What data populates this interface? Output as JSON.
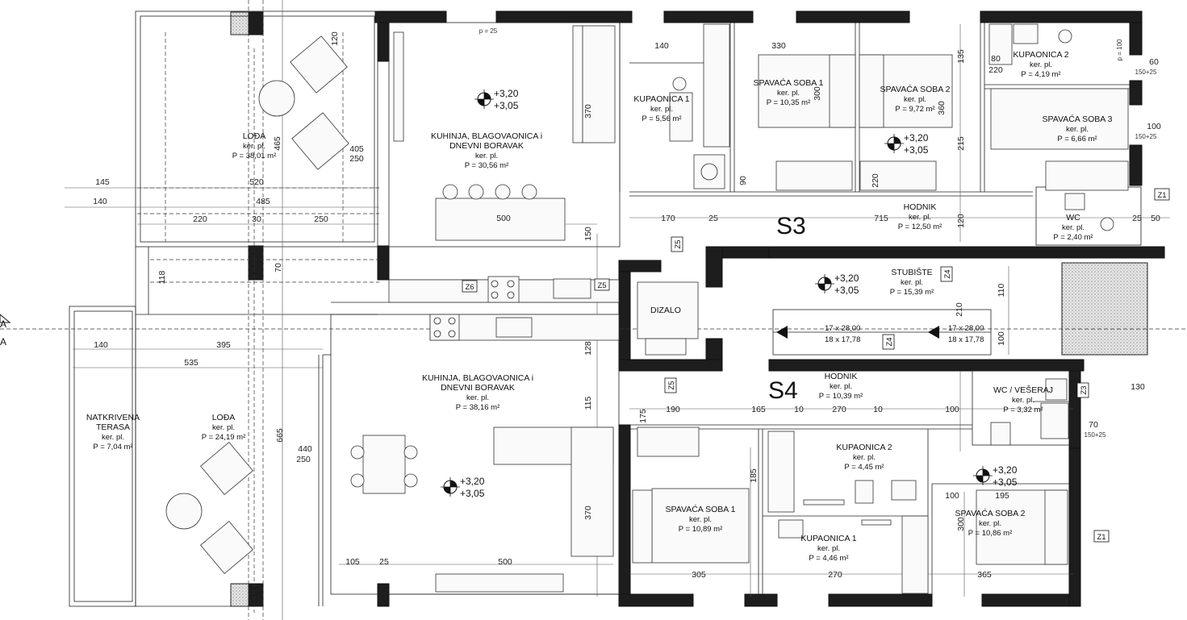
{
  "colors": {
    "wall": "#1d1d1d",
    "line": "#333333",
    "background": "#ffffff"
  },
  "apartments": [
    {
      "label": "S3"
    },
    {
      "label": "S4"
    }
  ],
  "rooms": [
    {
      "name": "LOĐA",
      "name2": "",
      "floor": "ker. pl.",
      "area": "P = 38,01 m²"
    },
    {
      "name": "KUHINJA, BLAGOVAONICA i",
      "name2": "DNEVNI BORAVAK",
      "floor": "ker. pl.",
      "area": "P = 30,56 m²"
    },
    {
      "name": "KUPAONICA 1",
      "name2": "",
      "floor": "ker. pl.",
      "area": "P = 5,56 m²"
    },
    {
      "name": "SPAVAĆA SOBA 1",
      "name2": "",
      "floor": "ker. pl.",
      "area": "P = 10,35 m²"
    },
    {
      "name": "SPAVAĆA SOBA 2",
      "name2": "",
      "floor": "ker. pl.",
      "area": "P = 9,72 m²"
    },
    {
      "name": "KUPAONICA 2",
      "name2": "",
      "floor": "ker. pl.",
      "area": "P = 4,19 m²"
    },
    {
      "name": "SPAVAĆA SOBA 3",
      "name2": "",
      "floor": "ker. pl.",
      "area": "P = 6,66 m²"
    },
    {
      "name": "HODNIK",
      "name2": "",
      "floor": "ker. pl.",
      "area": "P = 12,50 m²"
    },
    {
      "name": "WC",
      "name2": "",
      "floor": "ker. pl.",
      "area": "P = 2,40 m²"
    },
    {
      "name": "STUBIŠTE",
      "name2": "",
      "floor": "ker. pl.",
      "area": "P = 15,39 m²"
    },
    {
      "name": "NATKRIVENA",
      "name2": "TERASA",
      "floor": "ker. pl.",
      "area": "P = 7,04 m²"
    },
    {
      "name": "LOĐA",
      "name2": "",
      "floor": "ker. pl.",
      "area": "P = 24,19 m²"
    },
    {
      "name": "KUHINJA, BLAGOVAONICA i",
      "name2": "DNEVNI BORAVAK",
      "floor": "ker. pl.",
      "area": "P = 38,16 m²"
    },
    {
      "name": "HODNIK",
      "name2": "",
      "floor": "ker. pl.",
      "area": "P = 10,39 m²"
    },
    {
      "name": "WC / VEŠERAJ",
      "name2": "",
      "floor": "ker. pl.",
      "area": "P = 3,32 m²"
    },
    {
      "name": "KUPAONICA 2",
      "name2": "",
      "floor": "ker. pl.",
      "area": "P = 4,45 m²"
    },
    {
      "name": "SPAVAĆA SOBA 1",
      "name2": "",
      "floor": "ker. pl.",
      "area": "P = 10,89 m²"
    },
    {
      "name": "KUPAONICA 1",
      "name2": "",
      "floor": "ker. pl.",
      "area": "P = 4,46 m²"
    },
    {
      "name": "SPAVAĆA SOBA 2",
      "name2": "",
      "floor": "ker. pl.",
      "area": "P = 10,86 m²"
    }
  ],
  "elevator": "DIZALO",
  "levels": [
    {
      "top": "+3,20",
      "bottom": "+3,05"
    },
    {
      "top": "+3,20",
      "bottom": "+3,05"
    },
    {
      "top": "+3,20",
      "bottom": "+3,05"
    },
    {
      "top": "+3,20",
      "bottom": "+3,05"
    },
    {
      "top": "+3,20",
      "bottom": "+3,05"
    }
  ],
  "stairs": [
    {
      "line1": "17 x 28,00",
      "line2": "18 x 17,78"
    },
    {
      "line1": "17 x 28,00",
      "line2": "18 x 17,78"
    }
  ],
  "tags": [
    "Z1",
    "Z1",
    "Z4",
    "Z4",
    "Z5",
    "Z5",
    "Z5",
    "Z6",
    "Z3"
  ],
  "section_marks": [
    "A",
    "A"
  ],
  "dimensions": [
    "145",
    "140",
    "220",
    "30",
    "250",
    "520",
    "485",
    "500",
    "465",
    "405",
    "250",
    "120",
    "118",
    "70",
    "140",
    "330",
    "135",
    "215",
    "300",
    "360",
    "170",
    "25",
    "715",
    "120",
    "50",
    "25",
    "140",
    "395",
    "535",
    "440",
    "250",
    "665",
    "105",
    "25",
    "500",
    "115",
    "150",
    "128",
    "370",
    "370",
    "190",
    "165",
    "10",
    "270",
    "10",
    "100",
    "175",
    "185",
    "305",
    "270",
    "365",
    "195",
    "300",
    "100",
    "110",
    "210",
    "100",
    "130",
    "60",
    "150+25",
    "100",
    "150+25",
    "70",
    "150+25",
    "80",
    "220",
    "p = 25",
    "p = 100",
    "90",
    "220"
  ]
}
